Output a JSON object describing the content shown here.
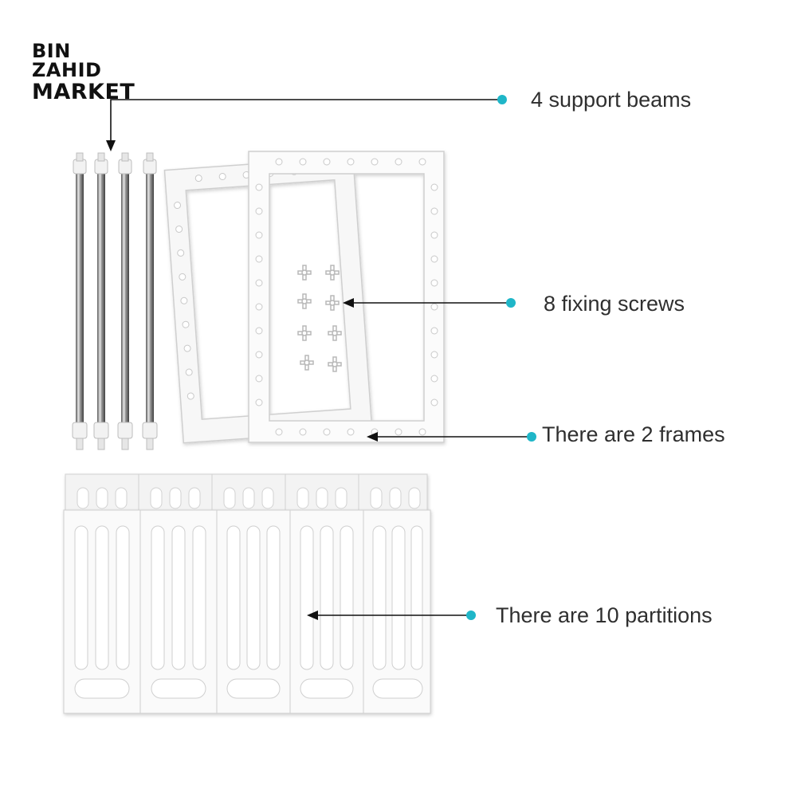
{
  "brand": {
    "line1": "BIN ZAHID",
    "line2": "MARKET"
  },
  "callouts": [
    {
      "text": "4 support beams"
    },
    {
      "text": "8 fixing screws"
    },
    {
      "text": "There are 2 frames"
    },
    {
      "text": "There are 10 partitions"
    }
  ],
  "colors": {
    "marker": "#1fb6c8",
    "line": "#111111",
    "text": "#2f2f2f"
  }
}
